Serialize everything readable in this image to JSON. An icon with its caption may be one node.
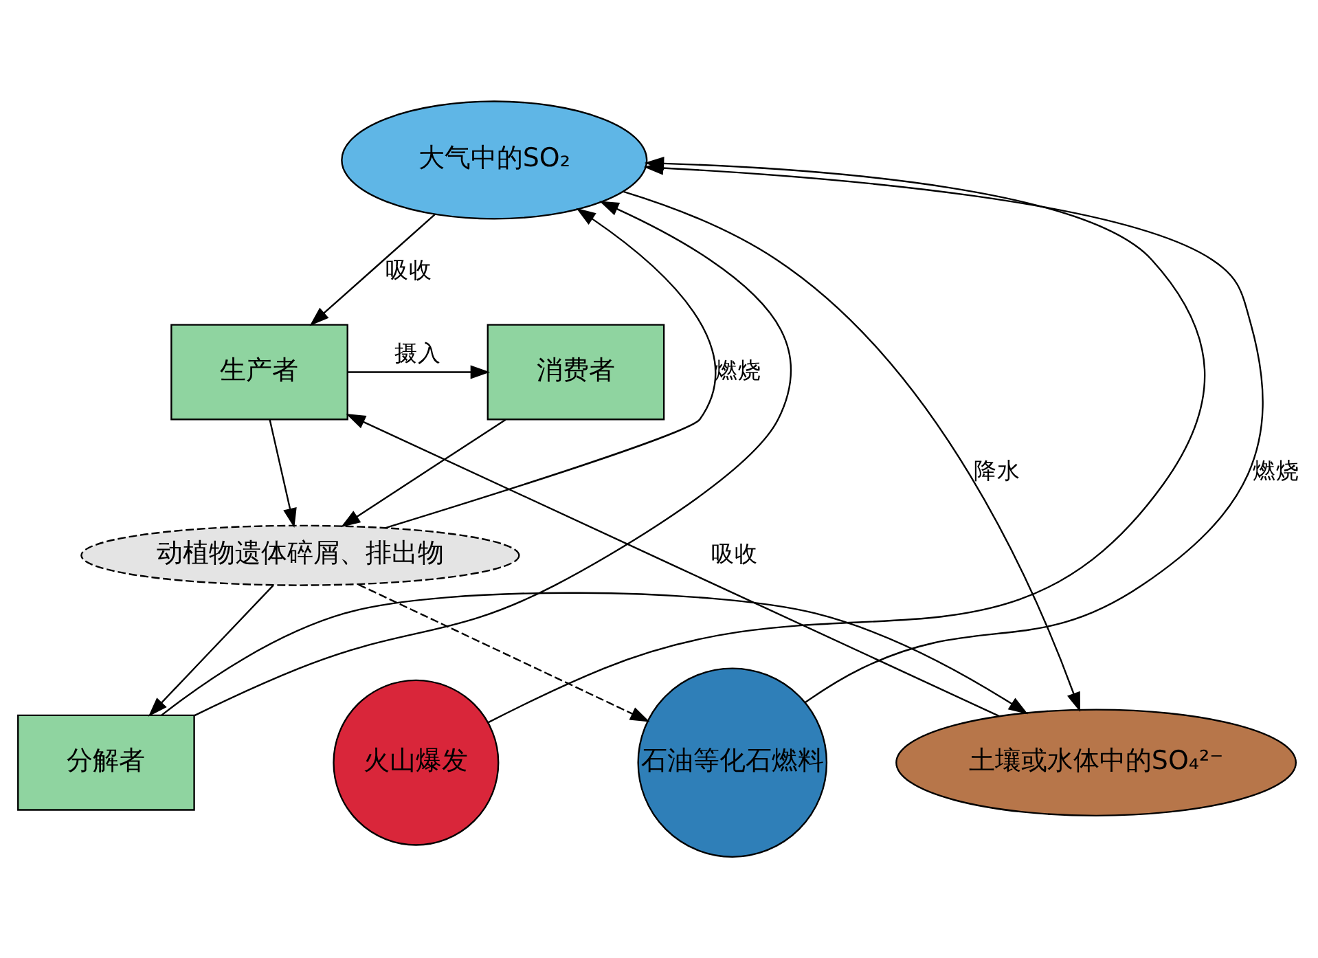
{
  "diagram": {
    "nodes": [
      {
        "text": [
          "大气中的SO₂"
        ]
      },
      {
        "text": [
          "生产者"
        ]
      },
      {
        "text": [
          "消费者"
        ]
      },
      {
        "text": [
          "动植物遗体碎屑、排出物"
        ]
      },
      {
        "text": [
          "土壤或水体中的SO₄²⁻"
        ]
      },
      {
        "text": [
          "分解者"
        ]
      },
      {
        "text": [
          "火山爆发"
        ]
      },
      {
        "text": [
          "石油等化石燃料"
        ]
      }
    ],
    "edges": [
      {
        "from": 0,
        "to": 4,
        "arrow": "to",
        "label": "降水"
      },
      {
        "from": 0,
        "to": 1,
        "arrow": "to",
        "label": "吸收"
      },
      {
        "from": 1,
        "to": 2,
        "arrow": "to",
        "label": "摄入"
      },
      {
        "from": 1,
        "to": 3,
        "arrow": "to"
      },
      {
        "from": 2,
        "to": 3,
        "arrow": "to"
      },
      {
        "from": 3,
        "to": 5,
        "arrow": "to"
      },
      {
        "from": 3,
        "to": 0,
        "arrow": "to",
        "label": "燃烧"
      },
      {
        "from": 3,
        "to": 7,
        "arrow": "to",
        "style": "dashed"
      },
      {
        "from": 5,
        "to": 4,
        "arrow": "to"
      },
      {
        "from": 4,
        "to": 1,
        "arrow": "to",
        "label": "吸收"
      },
      {
        "from": 5,
        "to": 0,
        "arrow": "to"
      },
      {
        "from": 6,
        "to": 0,
        "arrow": "to"
      },
      {
        "from": 7,
        "to": 0,
        "arrow": "to",
        "label": "燃烧"
      }
    ]
  }
}
